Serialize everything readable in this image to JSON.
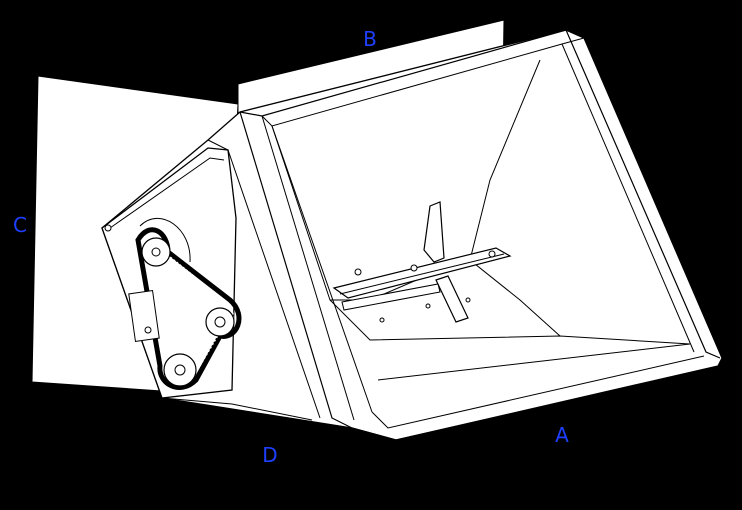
{
  "labels": {
    "a": "A",
    "b": "B",
    "c": "C",
    "d": "D"
  },
  "colors": {
    "background": "#000000",
    "panel_fill": "#ffffff",
    "line": "#000000",
    "label": "#1f3fff"
  }
}
